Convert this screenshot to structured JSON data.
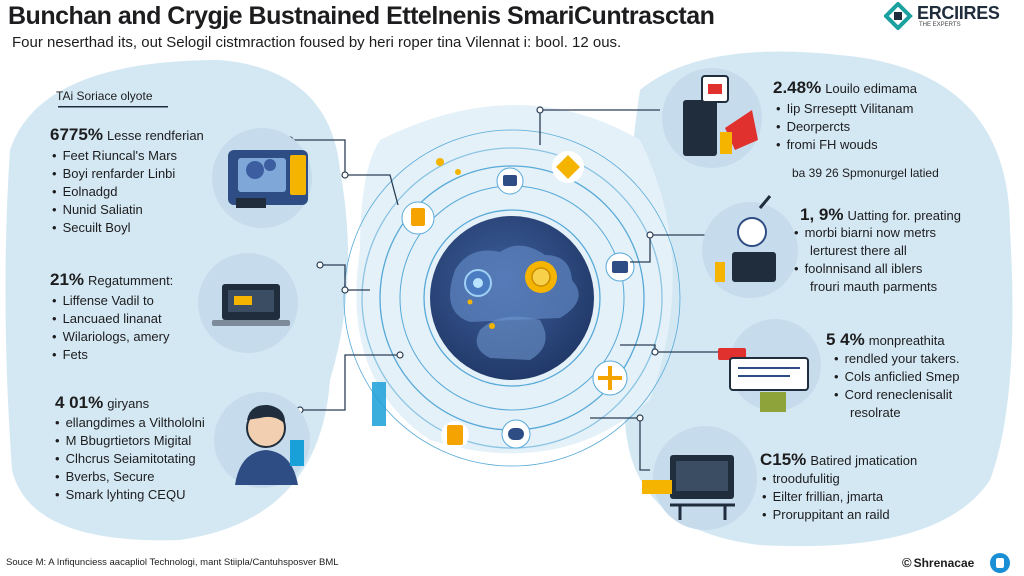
{
  "header": {
    "title": "Bunchan and Crygje Bustnained Ettelnenis SmariCuntrasctan",
    "subtitle": "Four neserthad its, out Selogil cistmraction foused by heri roper tina Vilennat i: bool. 12 ous.",
    "logo_text": "ERCIIRES",
    "logo_sub": "THE EXPERTS"
  },
  "left": {
    "section_label": "TAi Soriace olyote",
    "blocks": [
      {
        "stat": "6775%",
        "heading": "Lesse rendferian",
        "items": [
          "Feet Riuncal's Mars",
          "Boyi renfarder Linbi",
          "Eolnadgd",
          "Nunid Saliatin",
          "Secuilt Boyl"
        ]
      },
      {
        "stat": "21%",
        "heading": "Regatumment:",
        "items": [
          "Liffense Vadil to",
          "Lancuaed linanat",
          "Wilariologs, amery",
          "Fets"
        ]
      },
      {
        "stat": "4 01%",
        "heading": "giryans",
        "items": [
          "ellangdimes a Vilthololni",
          "M Bbugrtietors Migital",
          "Clhcrus Seiamitotating",
          "Bverbs, Secure",
          "Smark lyhting CEQU"
        ]
      }
    ]
  },
  "right": {
    "blocks": [
      {
        "stat": "2.48%",
        "heading": "Louilo edimama",
        "items": [
          "Iip Srreseptt Vilitanam",
          "Deorpercts",
          "fromi FH wouds"
        ],
        "note": "ba 39 26 Spmonurgel latied"
      },
      {
        "stat": "1, 9%",
        "heading": "Uatting for. preating",
        "items": [
          "morbi biarni now metrs"
        ],
        "lines": [
          "lerturest there all",
          "foolnnisand all iblers",
          "frouri mauth parments"
        ]
      },
      {
        "stat": "5 4%",
        "heading": "monpreathita",
        "items": [
          "rendled your takers.",
          "Cols anficlied Smep",
          "Cord reneclenisalit"
        ],
        "lines": [
          "resolrate"
        ]
      },
      {
        "stat": "C15%",
        "heading": "Batired jmatication",
        "items": [
          "troodufulitig",
          "Eilter frillian, jmarta",
          "Proruppitant an raild"
        ]
      }
    ]
  },
  "footer": {
    "source": "Souce M: A Infiqunciess aacapliol Technologi, mant Stiipla/Cantuhsposver BML",
    "brand": "Shrenacae"
  },
  "colors": {
    "background": "#ffffff",
    "blob": "#d4e8f3",
    "bubble": "#c6dced",
    "core": "#2f4d85",
    "accent_yellow": "#f4b400",
    "accent_red": "#e0312f",
    "line": "#2c3e55"
  },
  "icons": [
    "cloud-network-icon",
    "laptop-icon",
    "developer-avatar-icon",
    "server-rack-icon",
    "robot-assistant-icon",
    "browser-window-icon",
    "desk-monitor-icon",
    "shield-lock-icon",
    "coin-icon",
    "cube-icon",
    "gear-icon"
  ]
}
